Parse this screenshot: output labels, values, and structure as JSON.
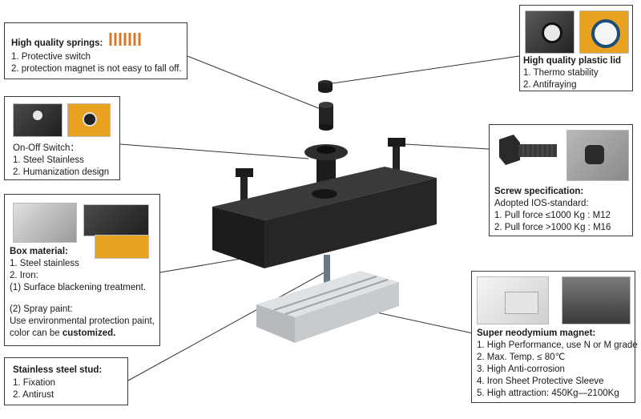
{
  "springs": {
    "title": "High quality springs:",
    "lines": [
      "1. Protective switch",
      "2. protection magnet is not easy to fall off."
    ]
  },
  "onoff": {
    "title": "On-Off Switch：",
    "lines": [
      "1. Steel Stainless",
      "2. Humanization design"
    ]
  },
  "box_material": {
    "title": "Box  material:",
    "lines": [
      "1. Steel stainless",
      "2. Iron:",
      "(1) Surface blackening treatment.",
      "",
      "(2) Spray paint:",
      "Use environmental protection paint,"
    ],
    "last_line_prefix": "color can be ",
    "last_line_bold": "customized."
  },
  "stud": {
    "title": "Stainless steel stud:",
    "lines": [
      "1. Fixation",
      "2. Antirust"
    ]
  },
  "lid": {
    "title": "High quality plastic lid",
    "lines": [
      "1. Thermo stability",
      "2. Antifraying"
    ]
  },
  "screw": {
    "title": "Screw specification:",
    "lines": [
      "Adopted IOS-standard:",
      "1. Pull force ≤1000 Kg : M12",
      "2. Pull force >1000 Kg : M16"
    ]
  },
  "magnet": {
    "title": "Super neodymium magnet:",
    "lines": [
      "1. High Performance, use N or M grade",
      "2. Max. Temp. ≤ 80℃",
      "3. High Anti-corrosion",
      "4. Iron Sheet Protective Sleeve",
      "5. High attraction: 450Kg—2100Kg"
    ]
  },
  "colors": {
    "spring": "#d9772b",
    "box": "#2b2b2b",
    "orange": "#e8a21f",
    "plate": "#cfd3d6"
  }
}
